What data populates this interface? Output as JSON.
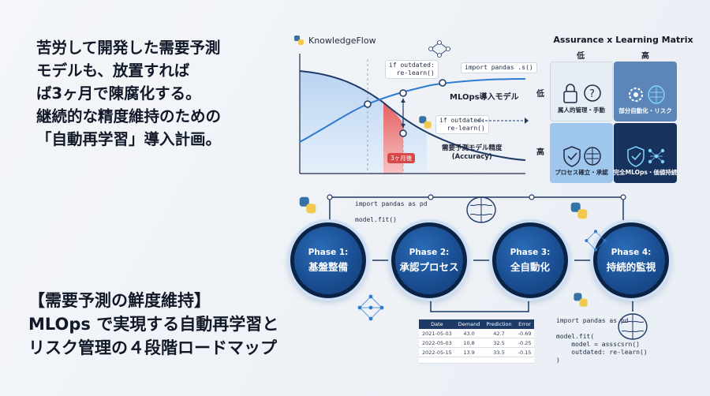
{
  "headline": [
    "苦労して開発した需要予測",
    "モデルも、放置すれば",
    "ば3ヶ月で陳腐化する。",
    "継続的な精度維持のための",
    "「自動再学習」導入計画。"
  ],
  "subtitle": [
    "【需要予測の鮮度維持】",
    "MLOps で実現する自動再学習と",
    "リスク管理の４段階ロードマップ"
  ],
  "brand": "KnowledgeFlow",
  "graph": {
    "code_top_left": "if outdated:\n  re-learn()",
    "code_top_right": "import pandas .s()",
    "code_mid": "if outdated:\n  re-learn()",
    "mlops_label": "MLOps導入モデル",
    "accuracy_label": "需要予測モデル精度\n(Accuracy)",
    "three_months": "3ヶ月後"
  },
  "matrix": {
    "title": "Assurance x Learning Matrix",
    "col_low": "低",
    "col_high": "高",
    "row_low": "低",
    "row_high": "高",
    "cells": [
      {
        "label": "属人的管理・手動"
      },
      {
        "label": "部分自動化・リスク"
      },
      {
        "label": "プロセス確立・承認"
      },
      {
        "label": "完全MLOps・価値持続"
      }
    ]
  },
  "phases": [
    {
      "num": "Phase 1:",
      "name": "基盤整備"
    },
    {
      "num": "Phase 2:",
      "name": "承認プロセス"
    },
    {
      "num": "Phase 3:",
      "name": "全自動化"
    },
    {
      "num": "Phase 4:",
      "name": "持続的監視"
    }
  ],
  "code_phase": "import pandas as pd\n\nmodel.fit()",
  "code_bottom": "import pandas as pd\n\nmodel.fit(\n    model = assscsrn()\n    outdated: re-learn()\n)",
  "table": {
    "headers": [
      "Date",
      "Demand",
      "Prediction",
      "Error"
    ],
    "rows": [
      [
        "2021-05-03",
        "43.0",
        "42.7",
        "-0.69"
      ],
      [
        "2022-05-03",
        "10.8",
        "32.5",
        "-0.25"
      ],
      [
        "2022-05-15",
        "13.9",
        "33.5",
        "-0.15"
      ],
      [
        "",
        "",
        "",
        ""
      ]
    ]
  }
}
